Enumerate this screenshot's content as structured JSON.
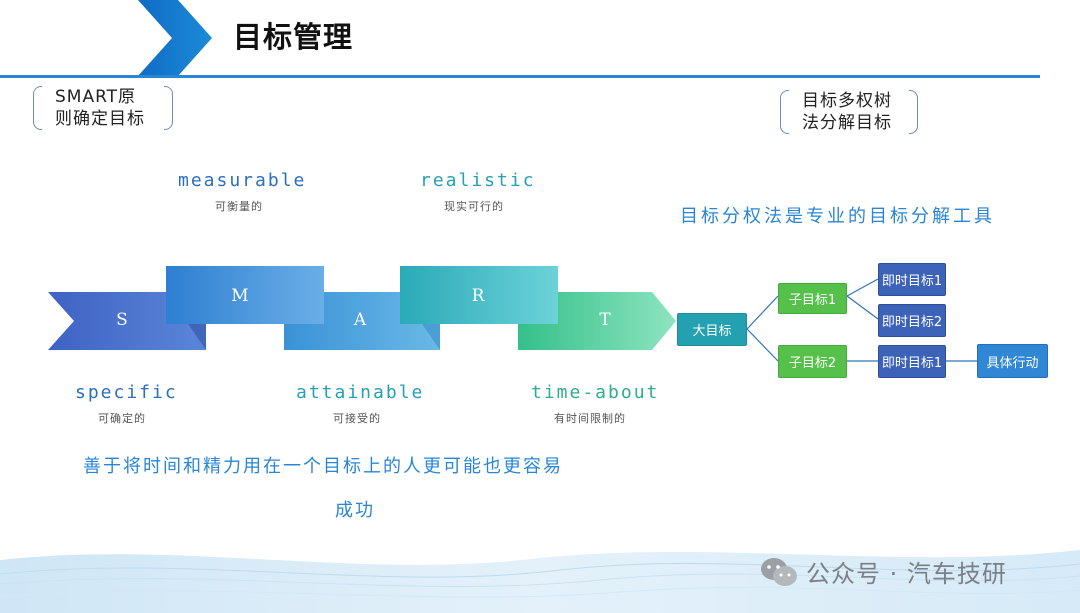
{
  "header": {
    "title": "目标管理"
  },
  "notes": {
    "smart_line1": "SMART原",
    "smart_line2": "则确定目标",
    "tree_line1": "目标多权树",
    "tree_line2": "法分解目标"
  },
  "smart": {
    "top_words": [
      {
        "word": "measurable",
        "meaning": "可衡量的"
      },
      {
        "word": "realistic",
        "meaning": "现实可行的"
      }
    ],
    "bottom_words": [
      {
        "word": "specific",
        "meaning": "可确定的"
      },
      {
        "word": "attainable",
        "meaning": "可接受的"
      },
      {
        "word": "time-about",
        "meaning": "有时间限制的"
      }
    ],
    "letters": [
      "S",
      "M",
      "A",
      "R",
      "T"
    ]
  },
  "tree": {
    "headline": "目标分权法是专业的目标分解工具",
    "root": "大目标",
    "sub1": "子目标1",
    "sub2": "子目标2",
    "leaf1": "即时目标1",
    "leaf2": "即时目标2",
    "leaf3": "即时目标1",
    "action": "具体行动"
  },
  "motto": {
    "line1": "善于将时间和精力用在一个目标上的人更可能也更容易",
    "line2": "成功"
  },
  "watermark": {
    "text": "公众号 · 汽车技研"
  },
  "colors": {
    "accent": "#2a86d4",
    "teal_node": "#24a1b0",
    "green_node": "#55c14b",
    "navy_node": "#3d63b8"
  }
}
